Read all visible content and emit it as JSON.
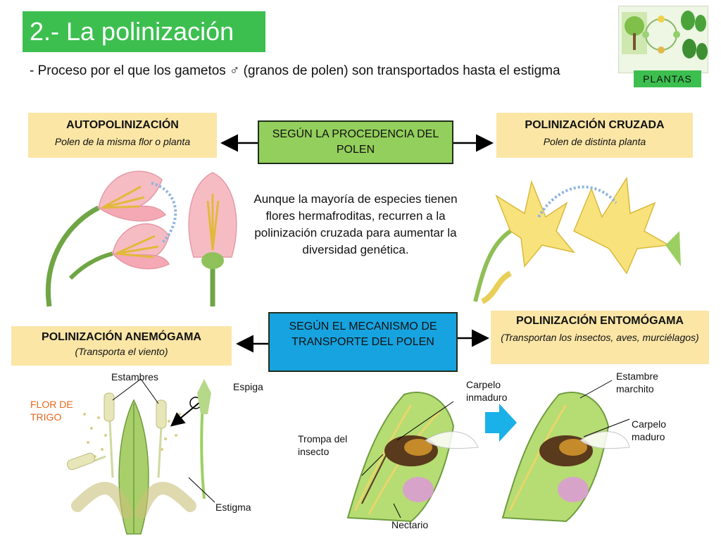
{
  "header": {
    "title": "2.- La polinización",
    "subtitle": "- Proceso por el que los gametos ♂ (granos de polen) son transportados hasta el estigma",
    "badge": "PLANTAS"
  },
  "procedencia": {
    "center_label": "SEGÚN LA PROCEDENCIA DEL POLEN",
    "left": {
      "title": "AUTOPOLINIZACIÓN",
      "sub": "Polen de la misma flor o planta"
    },
    "right": {
      "title": "POLINIZACIÓN CRUZADA",
      "sub": "Polen de distinta planta"
    },
    "note": "Aunque la mayoría de especies tienen flores hermafroditas, recurren a la polinización cruzada para aumentar la diversidad genética."
  },
  "mecanismo": {
    "center_label": "SEGÚN EL MECANISMO DE TRANSPORTE DEL POLEN",
    "left": {
      "title": "POLINIZACIÓN ANEMÓGAMA",
      "sub": "(Transporta el viento)"
    },
    "right": {
      "title": "POLINIZACIÓN ENTOMÓGAMA",
      "sub": "(Transportan los insectos, aves, murciélagos)"
    }
  },
  "wheat_labels": {
    "stamens": "Estambres",
    "spike": "Espiga",
    "flower": "FLOR DE TRIGO",
    "stigma": "Estigma"
  },
  "insect_labels": {
    "immature_carpel": "Carpelo inmaduro",
    "proboscis": "Trompa del insecto",
    "nectary": "Nectario",
    "wilted_stamen": "Estambre marchito",
    "mature_carpel": "Carpelo maduro"
  },
  "colors": {
    "title_green": "#3cbf4f",
    "yellow_box": "#fbe6a6",
    "green_box": "#93cf5c",
    "blue_box": "#16a3df",
    "orange_label": "#e8661c"
  }
}
